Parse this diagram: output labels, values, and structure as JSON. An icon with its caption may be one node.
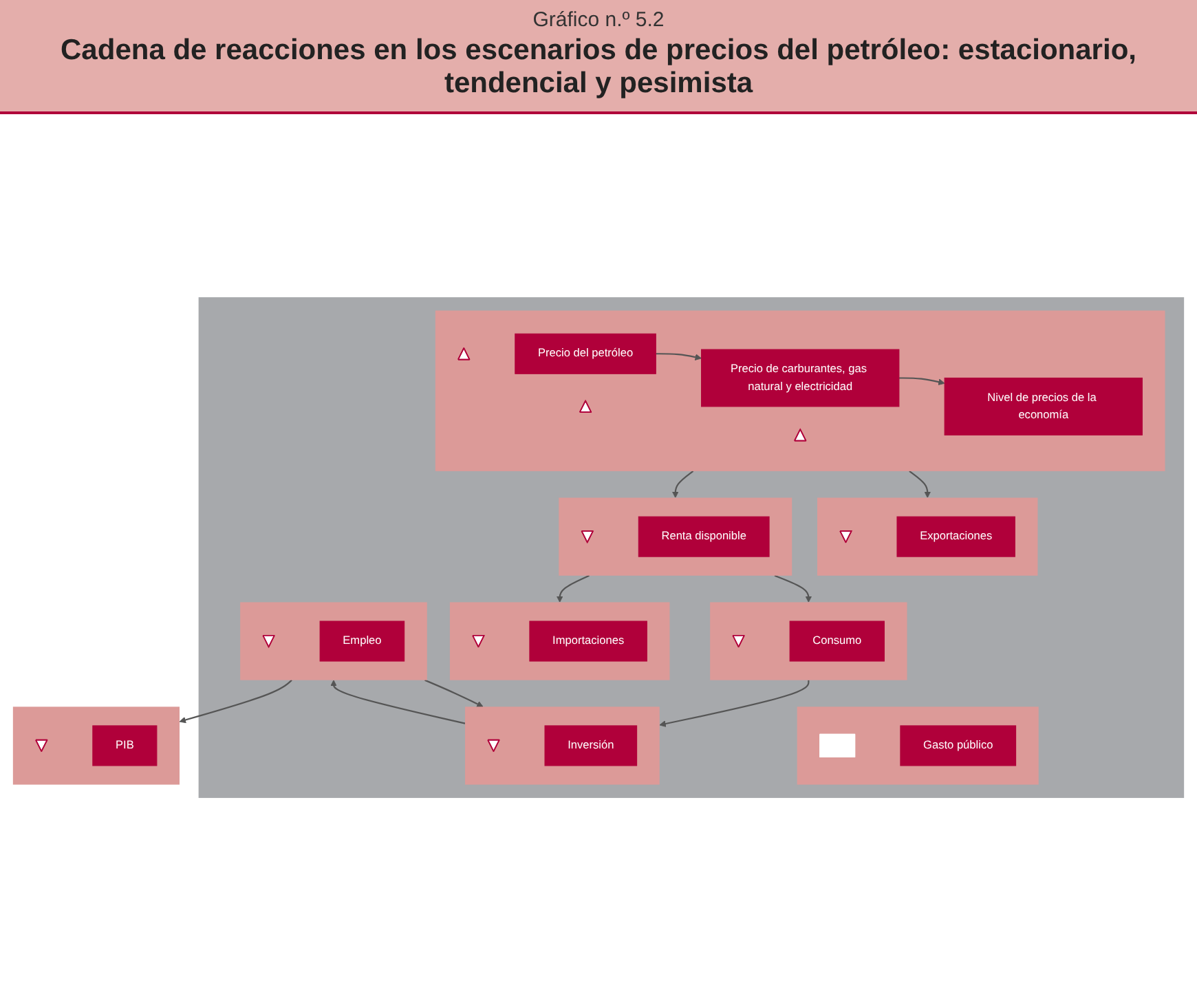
{
  "diagram": {
    "title": "Cadena de reacciones en los escenarios de precios del petróleo: estacionario, tendencial y pesimista",
    "labels": [
      "Gráfico n.º 5.2"
    ],
    "nodes": [
      {
        "text": [],
        "shape": "box"
      },
      {
        "text": [],
        "shape": "box",
        "in": 0
      },
      {
        "text": [],
        "shape": "triangle",
        "in": 1
      },
      {
        "text": [
          "Precio del petróleo"
        ],
        "in": 1
      },
      {
        "text": [],
        "shape": "triangle",
        "in": 1
      },
      {
        "text": [
          "Precio de carburantes, gas natural y electricidad"
        ],
        "in": 1
      },
      {
        "text": [],
        "shape": "triangle",
        "in": 1
      },
      {
        "text": [
          "Nivel de precios de la economía"
        ],
        "in": 1
      },
      {
        "text": [],
        "shape": "box",
        "in": 0
      },
      {
        "text": [],
        "shape": "inverted-triangle",
        "in": 8
      },
      {
        "text": [
          "Exportaciones"
        ],
        "in": 8
      },
      {
        "text": [],
        "shape": "box",
        "in": 0
      },
      {
        "text": [],
        "shape": "inverted-triangle",
        "in": 11
      },
      {
        "text": [
          "Renta disponible"
        ],
        "in": 11
      },
      {
        "text": [],
        "shape": "box",
        "in": 0
      },
      {
        "text": [],
        "shape": "equals",
        "in": 14
      },
      {
        "text": [
          "Gasto público"
        ],
        "in": 14
      },
      {
        "text": [],
        "shape": "box",
        "in": 0
      },
      {
        "text": [],
        "shape": "inverted-triangle",
        "in": 17
      },
      {
        "text": [
          "Consumo"
        ],
        "in": 17
      },
      {
        "text": [],
        "shape": "box",
        "in": 0
      },
      {
        "text": [],
        "shape": "inverted-triangle",
        "in": 20
      },
      {
        "text": [
          "Importaciones"
        ],
        "in": 20
      },
      {
        "text": [],
        "shape": "box",
        "in": 0
      },
      {
        "text": [],
        "shape": "inverted-triangle",
        "in": 23
      },
      {
        "text": [
          "Inversión"
        ],
        "in": 23
      },
      {
        "text": [],
        "shape": "box",
        "in": 0
      },
      {
        "text": [],
        "shape": "inverted-triangle",
        "in": 26
      },
      {
        "text": [
          "Empleo"
        ],
        "in": 26
      },
      {
        "text": [],
        "shape": "box"
      },
      {
        "text": [],
        "shape": "inverted-triangle",
        "in": 29
      },
      {
        "text": [
          "PIB"
        ],
        "in": 29
      }
    ],
    "edges": [
      {
        "from": 3,
        "to": 5,
        "arrow": "to"
      },
      {
        "from": 5,
        "to": 7,
        "arrow": "to"
      },
      {
        "from": 1,
        "to": 8,
        "arrow": "to"
      },
      {
        "from": 1,
        "to": 11,
        "arrow": "to"
      },
      {
        "from": 11,
        "to": 17,
        "arrow": "to"
      },
      {
        "from": 11,
        "to": 20,
        "arrow": "to"
      },
      {
        "from": 17,
        "to": 23,
        "arrow": "to"
      },
      {
        "from": 23,
        "to": 26,
        "arrow": "to"
      },
      {
        "from": 26,
        "to": 23,
        "arrow": "to"
      },
      {
        "from": 26,
        "to": 29,
        "arrow": "to"
      }
    ]
  }
}
